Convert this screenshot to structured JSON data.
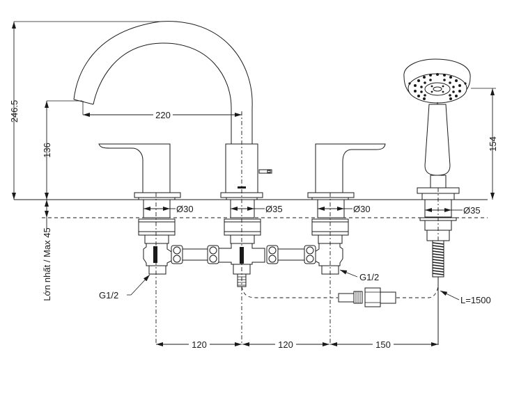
{
  "drawing": {
    "title": "Deck-mounted 4-hole bath mixer with hand shower - technical dimension drawing",
    "dimensions": {
      "overall_height": "246.5",
      "spout_height": "136",
      "spout_reach": "220",
      "hand_shower_height": "154",
      "max_deck_thickness": "Lớn nhất / Max 45",
      "handle_left_diameter": "Ø30",
      "spout_diameter": "Ø35",
      "handle_right_diameter": "Ø30",
      "shower_diameter": "Ø35",
      "spacing_1": "120",
      "spacing_2": "120",
      "spacing_3": "150"
    },
    "callouts": {
      "inlet_left": "G1/2",
      "inlet_right": "G1/2",
      "hose_length": "L=1500"
    },
    "colors": {
      "line": "#1a1a1a",
      "background": "#ffffff"
    }
  }
}
